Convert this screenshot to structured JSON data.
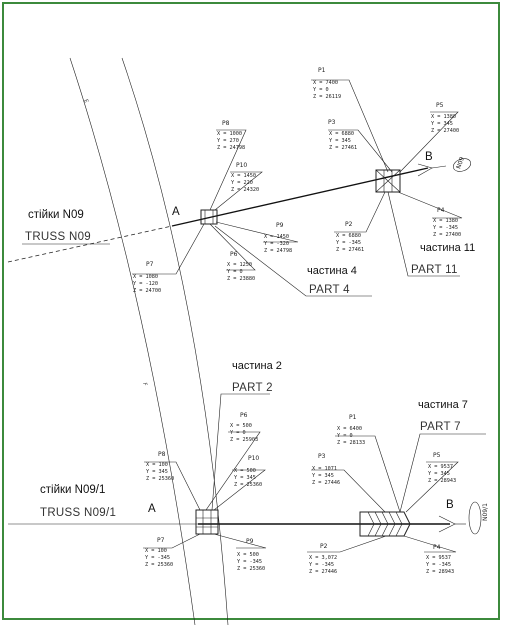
{
  "colors": {
    "frame": "#3c8a3c",
    "ink": "#111111"
  },
  "grid_labels": {
    "e_axis": "E",
    "f_axis": "F"
  },
  "top": {
    "truss_label": "стійки N09",
    "truss_sub": "TRUSS N09",
    "point_a": "A",
    "point_b": "B",
    "end_mark": "N09",
    "part4_label": "частина 4",
    "part4_sub": "PART 4",
    "part11_label": "частина 11",
    "part11_sub": "PART 11",
    "points": {
      "p1": {
        "name": "P1",
        "lines": [
          "X = 7400",
          "Y = 0",
          "Z = 26119"
        ]
      },
      "p3": {
        "name": "P3",
        "lines": [
          "X = 6880",
          "Y = 345",
          "Z = 27461"
        ]
      },
      "p5": {
        "name": "P5",
        "lines": [
          "X = 1380",
          "Y = 345",
          "Z = 27400"
        ]
      },
      "p8": {
        "name": "P8",
        "lines": [
          "X = 1000",
          "Y = 270",
          "Z = 24798"
        ]
      },
      "p10": {
        "name": "P10",
        "lines": [
          "X = 1450",
          "Y = 220",
          "Z = 24320"
        ]
      },
      "p9": {
        "name": "P9",
        "lines": [
          "X = 1450",
          "Y = -320",
          "Z = 24798"
        ]
      },
      "p6": {
        "name": "P6",
        "lines": [
          "X = 1250",
          "Y = 0",
          "Z = 23880"
        ]
      },
      "p7": {
        "name": "P7",
        "lines": [
          "X = 1080",
          "Y = -120",
          "Z = 24700"
        ]
      },
      "p2": {
        "name": "P2",
        "lines": [
          "X = 6880",
          "Y = -345",
          "Z = 27461"
        ]
      },
      "p4": {
        "name": "P4",
        "lines": [
          "X = 1380",
          "Y = -345",
          "Z = 27400"
        ]
      }
    }
  },
  "bottom": {
    "truss_label": "стійки N09/1",
    "truss_sub": "TRUSS N09/1",
    "point_a": "A",
    "point_b": "B",
    "end_mark": "N09/1",
    "part2_label": "частина 2",
    "part2_sub": "PART 2",
    "part7_label": "частина 7",
    "part7_sub": "PART 7",
    "points": {
      "p6": {
        "name": "P6",
        "lines": [
          "X = 500",
          "Y = 0",
          "Z = 25903"
        ]
      },
      "p8": {
        "name": "P8",
        "lines": [
          "X = 100",
          "Y = 345",
          "Z = 25360"
        ]
      },
      "p10": {
        "name": "P10",
        "lines": [
          "X = 500",
          "Y = 345",
          "Z = 25360"
        ]
      },
      "p7": {
        "name": "P7",
        "lines": [
          "X = 100",
          "Y = -345",
          "Z = 25360"
        ]
      },
      "p9": {
        "name": "P9",
        "lines": [
          "X = 500",
          "Y = -345",
          "Z = 25360"
        ]
      },
      "p1": {
        "name": "P1",
        "lines": [
          "X = 6400",
          "Y = 0",
          "Z = 28133"
        ]
      },
      "p3": {
        "name": "P3",
        "lines": [
          "X = 1071",
          "Y = 345",
          "Z = 27446"
        ]
      },
      "p2": {
        "name": "P2",
        "lines": [
          "X = 3,072",
          "Y = -345",
          "Z = 27446"
        ]
      },
      "p5": {
        "name": "P5",
        "lines": [
          "X = 9537",
          "Y = 345",
          "Z = 28943"
        ]
      },
      "p4": {
        "name": "P4",
        "lines": [
          "X = 9537",
          "Y = -345",
          "Z = 28943"
        ]
      }
    }
  }
}
